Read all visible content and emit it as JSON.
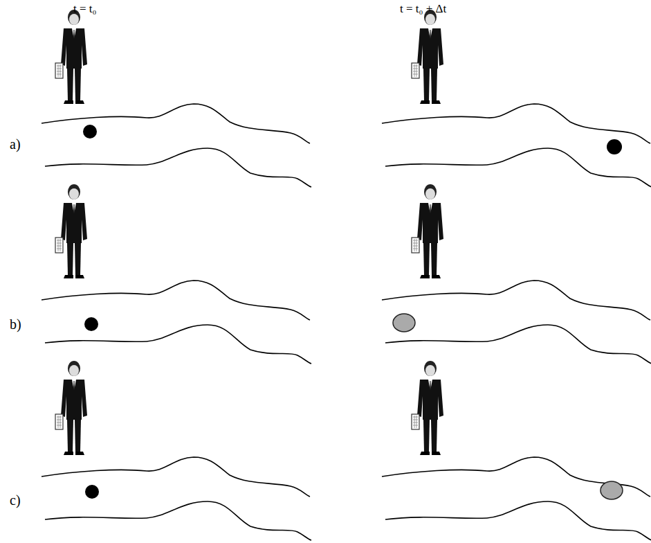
{
  "diagram": {
    "labels": [
      "t = t₀",
      "t = t₀ + Δt",
      "a)",
      "b)",
      "c)"
    ]
  }
}
